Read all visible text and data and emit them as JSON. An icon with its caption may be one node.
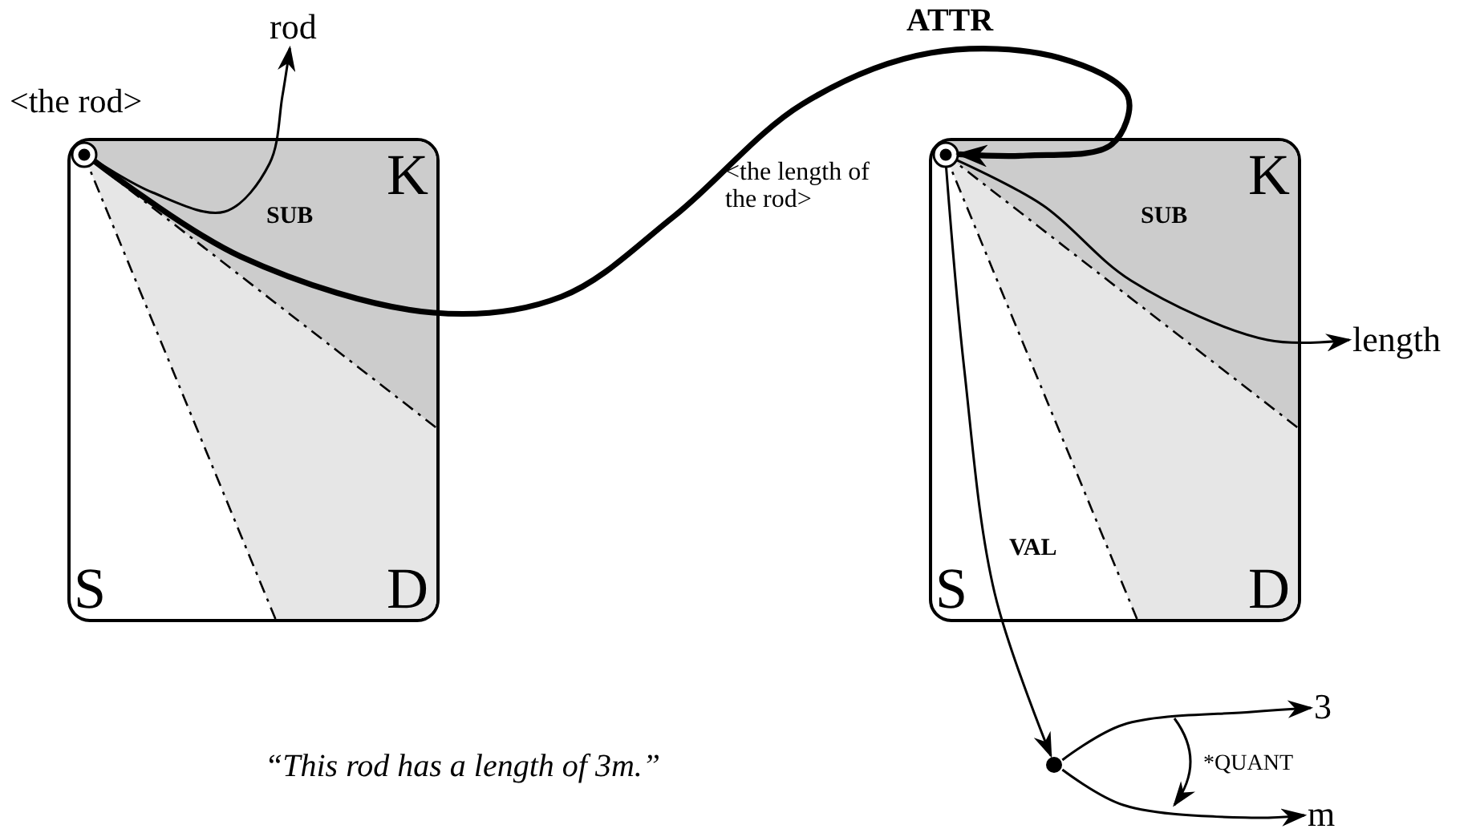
{
  "diagram": {
    "nodes": [
      {
        "text": [
          "K",
          "S",
          "D"
        ]
      },
      {
        "text": [],
        "shape": "circle",
        "beside": [
          "<the rod>"
        ],
        "in": 0
      },
      {
        "text": [
          "rod"
        ]
      },
      {
        "text": [
          "K",
          "S",
          "D"
        ]
      },
      {
        "text": [],
        "shape": "circle",
        "beside": [
          "<the length of the rod>"
        ],
        "in": 3
      },
      {
        "text": [
          "length"
        ]
      },
      {
        "text": [],
        "shape": "circle"
      },
      {
        "text": [
          "3"
        ]
      },
      {
        "text": [
          "m"
        ]
      }
    ],
    "edges": [
      {
        "from": 1,
        "to": 2,
        "arrow": "to",
        "label": "SUB"
      },
      {
        "from": 1,
        "to": 4,
        "arrow": "to",
        "label": "ATTR",
        "style": "thick"
      },
      {
        "from": 4,
        "to": 5,
        "arrow": "to",
        "label": "SUB"
      },
      {
        "from": 4,
        "to": 6,
        "arrow": "to",
        "label": "VAL"
      },
      {
        "from": 6,
        "to": 7,
        "arrow": "to"
      },
      {
        "from": 6,
        "to": 8,
        "arrow": "to"
      }
    ],
    "labels": [
      "*QUANT",
      "“This rod has a length of 3m.”"
    ]
  }
}
